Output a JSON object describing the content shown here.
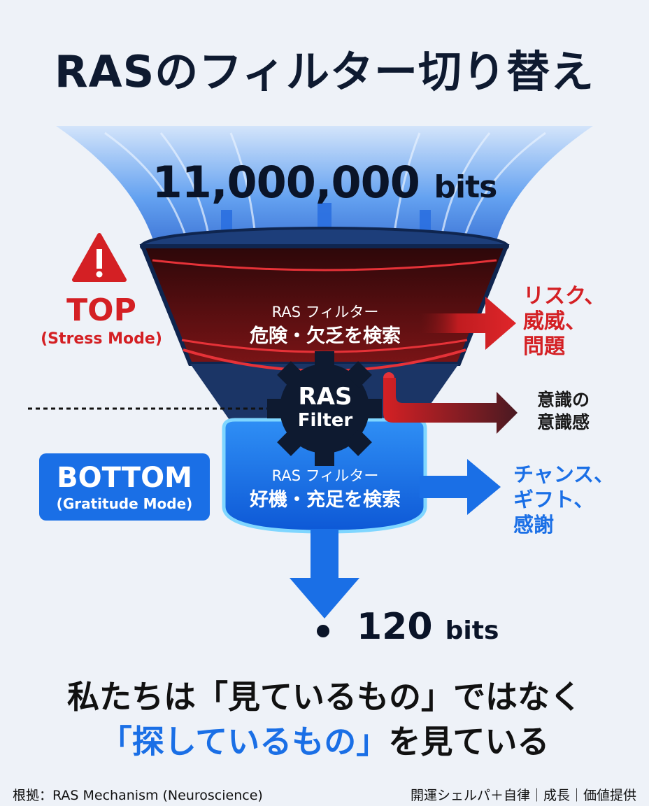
{
  "title": "RASのフィルター切り替え",
  "input": {
    "value": "11,000,000",
    "unit": "bits"
  },
  "top_mode": {
    "label": "TOP",
    "sublabel": "(Stress Mode)"
  },
  "bottom_mode": {
    "label": "BOTTOM",
    "sublabel": "(Gratitude Mode)"
  },
  "top_filter": {
    "name": "RAS フィルター",
    "description": "危険・欠乏を検索"
  },
  "bottom_filter": {
    "name": "RAS フィルター",
    "description": "好機・充足を検索"
  },
  "gear": {
    "line1": "RAS",
    "line2": "Filter"
  },
  "outputs": {
    "risk": [
      "リスク、",
      "威威、",
      "問題"
    ],
    "awareness": [
      "意識の",
      "意識感"
    ],
    "chance": [
      "チャンス、",
      "ギフト、",
      "感謝"
    ]
  },
  "output_bits": {
    "value": "120",
    "unit": "bits"
  },
  "tagline": {
    "line1": "私たちは「見ているもの」ではなく",
    "line2_highlight": "「探しているもの」",
    "line2_rest": "を見ている"
  },
  "footer": {
    "source": "根拠：RAS Mechanism (Neuroscience)",
    "credit": "開運シェルパ＋自律｜成長｜価値提供"
  },
  "colors": {
    "stress_red": "#d42024",
    "gratitude_blue": "#1a6fe6",
    "dark_navy": "#0e1a30",
    "funnel_dark": "#3a0c0f"
  }
}
